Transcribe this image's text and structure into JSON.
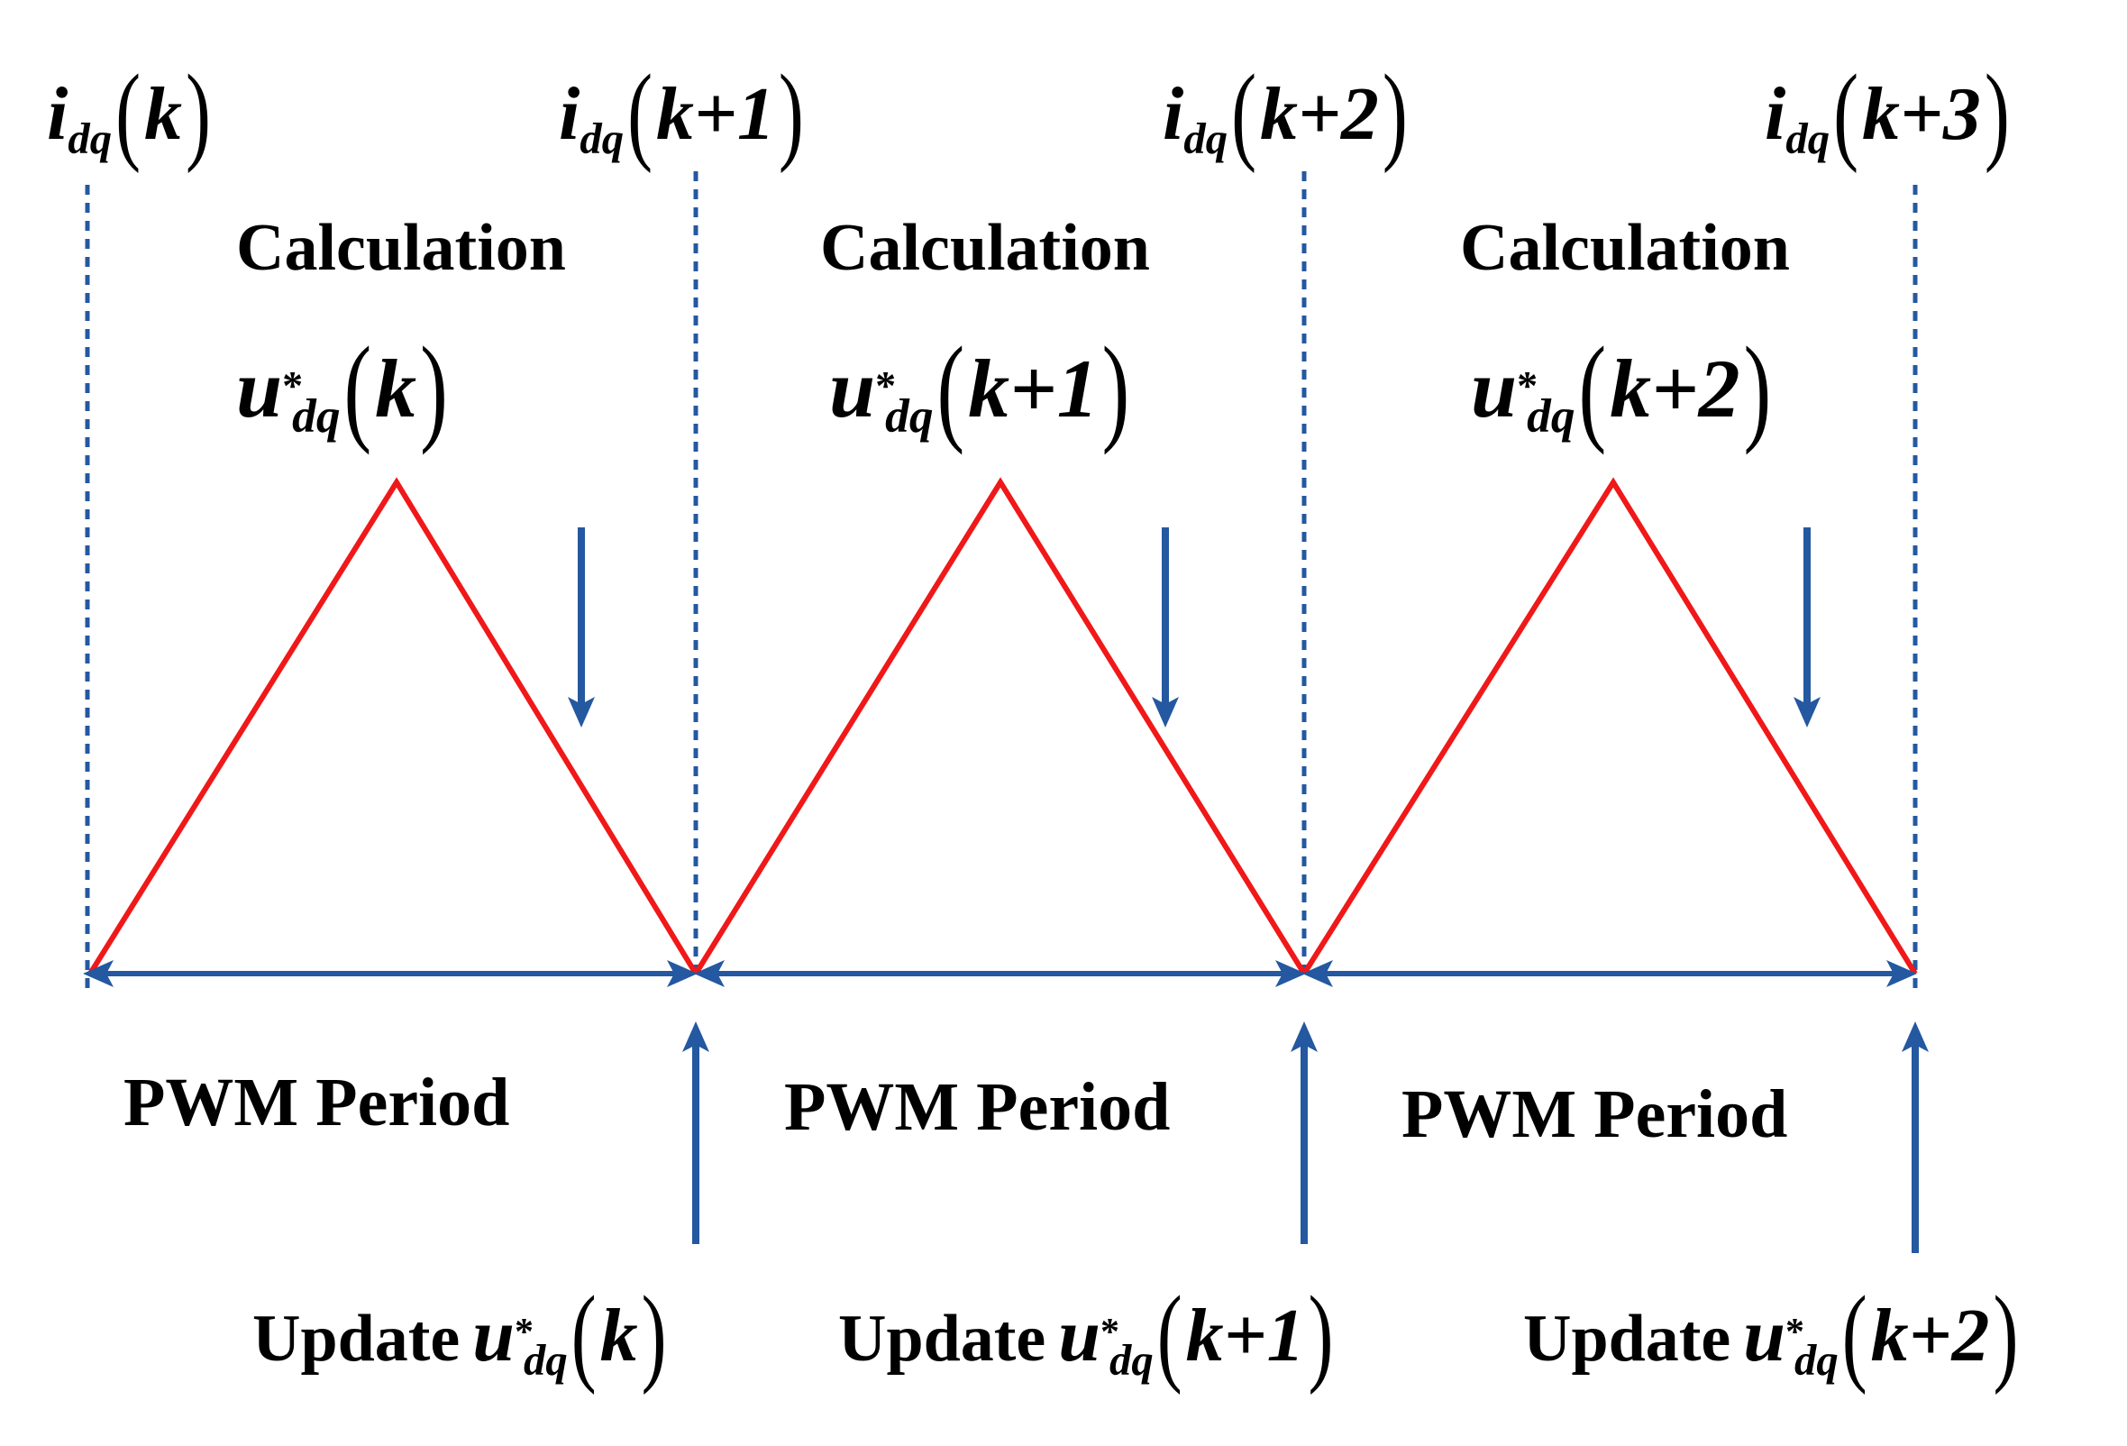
{
  "colors": {
    "triangle": "#f01818",
    "arrow": "#2458a0",
    "dashed_line": "#2458a0",
    "text": "#000000"
  },
  "sample_labels": [
    {
      "symbol": "i",
      "subscript": "dq",
      "arg": "k"
    },
    {
      "symbol": "i",
      "subscript": "dq",
      "arg": "k+1"
    },
    {
      "symbol": "i",
      "subscript": "dq",
      "arg": "k+2"
    },
    {
      "symbol": "i",
      "subscript": "dq",
      "arg": "k+3"
    }
  ],
  "periods": [
    {
      "calculation_label": "Calculation",
      "u_label": {
        "symbol": "u",
        "superscript": "*",
        "subscript": "dq",
        "arg": "k"
      },
      "pwm_label": "PWM Period",
      "update_word": "Update",
      "update_label": {
        "symbol": "u",
        "superscript": "*",
        "subscript": "dq",
        "arg": "k"
      }
    },
    {
      "calculation_label": "Calculation",
      "u_label": {
        "symbol": "u",
        "superscript": "*",
        "subscript": "dq",
        "arg": "k+1"
      },
      "pwm_label": "PWM Period",
      "update_word": "Update",
      "update_label": {
        "symbol": "u",
        "superscript": "*",
        "subscript": "dq",
        "arg": "k+1"
      }
    },
    {
      "calculation_label": "Calculation",
      "u_label": {
        "symbol": "u",
        "superscript": "*",
        "subscript": "dq",
        "arg": "k+2"
      },
      "pwm_label": "PWM Period",
      "update_word": "Update",
      "update_label": {
        "symbol": "u",
        "superscript": "*",
        "subscript": "dq",
        "arg": "k+2"
      }
    }
  ]
}
